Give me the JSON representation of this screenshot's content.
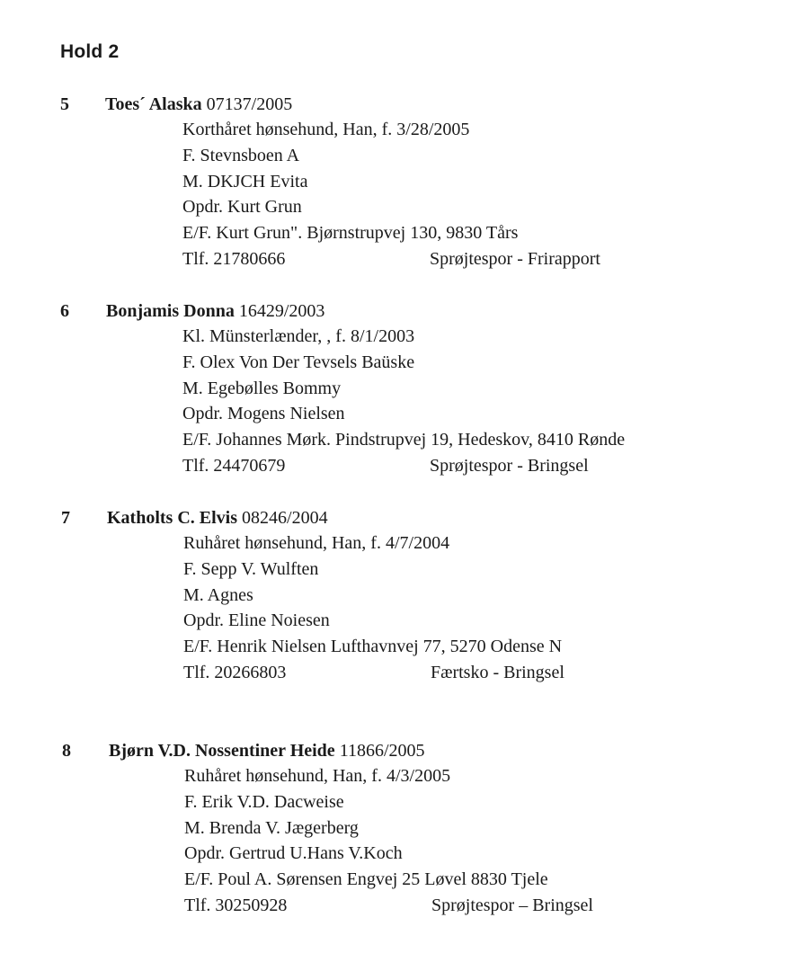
{
  "heading": "Hold 2",
  "entries": [
    {
      "number": "5",
      "name": "Toes´ Alaska",
      "reg": " 07137/2005",
      "breed_line": "Korthåret hønsehund, Han, f. 3/28/2005",
      "father": "F. Stevnsboen A",
      "mother": "M. DKJCH Evita",
      "breeder": "Opdr. Kurt Grun",
      "owner": "E/F. Kurt Grun\". Bjørnstrupvej 130, 9830 Tårs",
      "phone": "Tlf. 21780666",
      "test": "Sprøjtespor - Frirapport"
    },
    {
      "number": "6",
      "name": "Bonjamis Donna",
      "reg": " 16429/2003",
      "breed_line": "Kl. Münsterlænder, , f. 8/1/2003",
      "father": "F. Olex Von Der Tevsels Baüske",
      "mother": "M. Egebølles Bommy",
      "breeder": "Opdr. Mogens Nielsen",
      "owner": "E/F. Johannes Mørk. Pindstrupvej 19, Hedeskov, 8410 Rønde",
      "phone": "Tlf. 24470679",
      "test": "Sprøjtespor - Bringsel"
    },
    {
      "number": "7",
      "name": "Katholts C. Elvis",
      "reg": " 08246/2004",
      "breed_line": "Ruhåret hønsehund, Han, f. 4/7/2004",
      "father": "F. Sepp V. Wulften",
      "mother": "M. Agnes",
      "breeder": "Opdr. Eline Noiesen",
      "owner": "E/F. Henrik Nielsen Lufthavnvej 77, 5270 Odense N",
      "phone": "Tlf. 20266803",
      "test": "Færtsko - Bringsel"
    },
    {
      "number": "8",
      "name": "Bjørn V.D. Nossentiner Heide",
      "reg": " 11866/2005",
      "breed_line": "Ruhåret hønsehund, Han, f. 4/3/2005",
      "father": "F. Erik V.D. Dacweise",
      "mother": "M. Brenda V. Jægerberg",
      "breeder": "Opdr. Gertrud U.Hans V.Koch",
      "owner": "E/F. Poul A. Sørensen Engvej 25 Løvel 8830 Tjele",
      "phone": "Tlf. 30250928",
      "test": "Sprøjtespor – Bringsel"
    }
  ]
}
